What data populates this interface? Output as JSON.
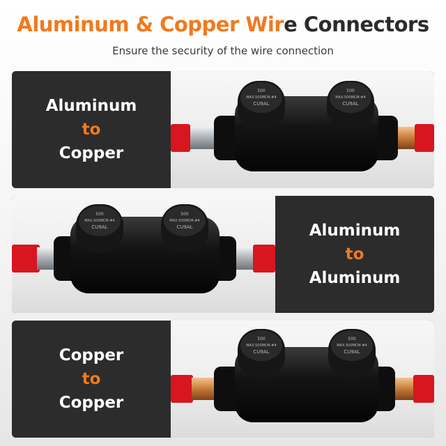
{
  "header": {
    "title_orange": "Aluminum & Copper Wir",
    "title_dark": "e Connectors",
    "subtitle": "Ensure the security of the wire connection"
  },
  "panels": [
    {
      "from": "Aluminum",
      "to": "to",
      "target": "Copper",
      "left_metal": "aluminum",
      "right_metal": "copper"
    },
    {
      "from": "Aluminum",
      "to": "to",
      "target": "Aluminum",
      "left_metal": "aluminum",
      "right_metal": "aluminum"
    },
    {
      "from": "Copper",
      "to": "to",
      "target": "Copper",
      "left_metal": "copper",
      "right_metal": "copper"
    }
  ],
  "connector": {
    "rating": "500",
    "spec": "MAX.500MCM-#4",
    "model": "CU9AL"
  },
  "colors": {
    "accent": "#f07a1e",
    "panel_dark": "#2c2c2c",
    "wire_red": "#d8161f",
    "aluminum": "#c8ccd0",
    "copper": "#d38b4a"
  }
}
